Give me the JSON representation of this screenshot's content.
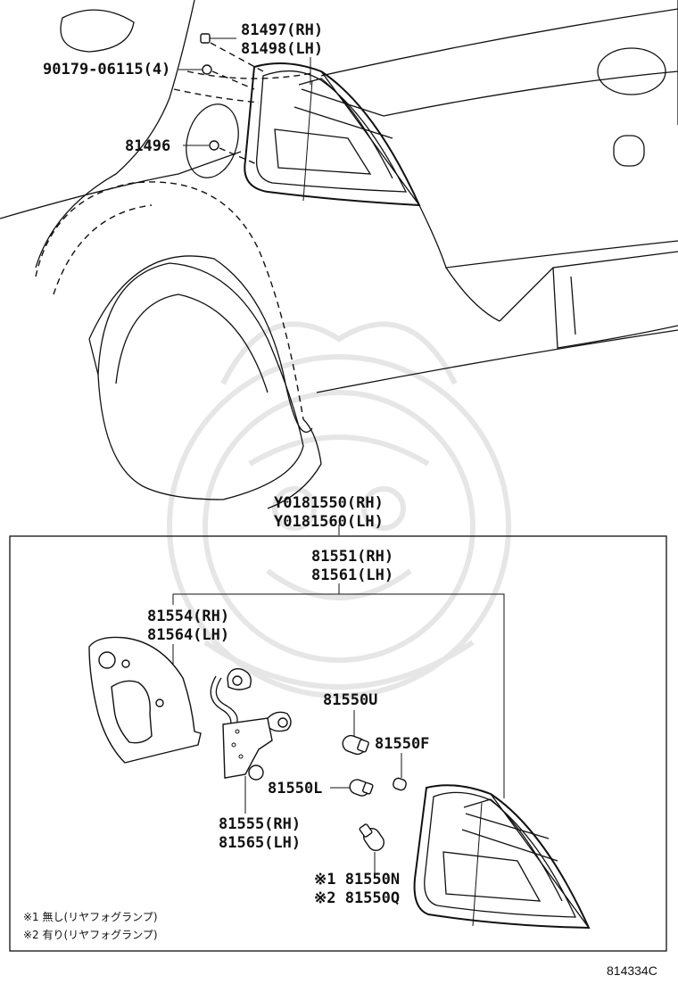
{
  "callouts": {
    "c81497": "81497(RH)",
    "c81498": "81498(LH)",
    "c90179": "90179-06115(4)",
    "c81496": "81496",
    "cY0181550": "Y0181550(RH)",
    "cY0181560": "Y0181560(LH)",
    "c81551": "81551(RH)",
    "c81561": "81561(LH)",
    "c81554": "81554(RH)",
    "c81564": "81564(LH)",
    "c81550U": "81550U",
    "c81550F": "81550F",
    "c81550L": "81550L",
    "c81555": "81555(RH)",
    "c81565": "81565(LH)",
    "c81550N": "※1 81550N",
    "c81550Q": "※2 81550Q"
  },
  "notes": {
    "n1": "※1 無し(リヤフォグランプ)",
    "n2": "※2 有り(リヤフォグランプ)"
  },
  "figure_id": "814334C",
  "watermark": "logo-seal"
}
